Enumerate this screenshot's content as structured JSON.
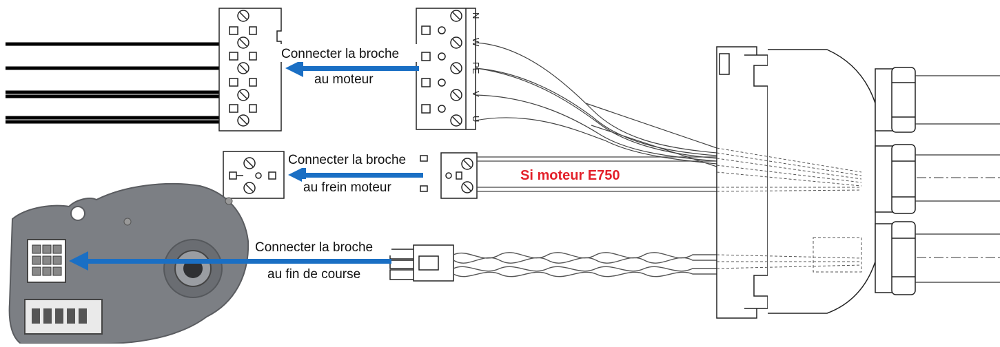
{
  "annotations": {
    "motor": {
      "line1": "Connecter la broche",
      "line2": "au moteur"
    },
    "brake": {
      "line1": "Connecter la broche",
      "line2": "au frein moteur"
    },
    "limit": {
      "line1": "Connecter la broche",
      "line2": "au fin de course"
    },
    "e750_note": "Si moteur E750"
  },
  "terminal_labels": [
    "N",
    "W",
    "PE",
    "V",
    "U"
  ],
  "colors": {
    "arrow": "#1a6fc4",
    "note": "#e3202a",
    "ink": "#222222",
    "housing": "#7c7f84"
  },
  "icons": [
    "arrow-left-icon",
    "screw-terminal-icon",
    "motor-housing-icon",
    "limit-switch-icon"
  ]
}
